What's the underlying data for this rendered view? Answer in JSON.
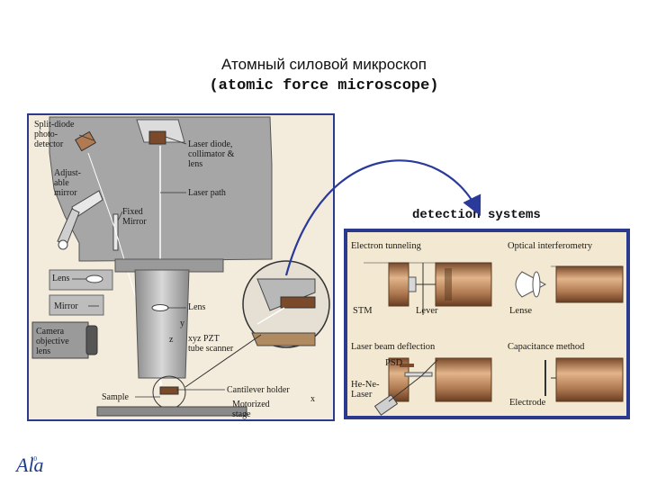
{
  "title": {
    "ru": "Атомный силовой микроскоп",
    "en": "(atomic force microscope)"
  },
  "detection_heading": "detection systems",
  "afm_labels": {
    "split_diode": "Split-diode",
    "photo": "photo-",
    "detector": "detector",
    "adjustable_1": "Adjust-",
    "adjustable_2": "able",
    "adjustable_3": "mirror",
    "laser_diode_1": "Laser diode,",
    "laser_diode_2": "collimator &",
    "laser_diode_3": "lens",
    "laser_path": "Laser path",
    "fixed_1": "Fixed",
    "fixed_2": "Mirror",
    "lens_left": "Lens",
    "mirror": "Mirror",
    "lens_right": "Lens",
    "pzt_1": "xyz PZT",
    "pzt_2": "tube scanner",
    "camera_1": "Camera",
    "camera_2": "objective",
    "camera_3": "lens",
    "cantilever": "Cantilever holder",
    "sample": "Sample",
    "motorized_1": "Motorized",
    "motorized_2": "stage",
    "axis_x": "x",
    "axis_y": "y",
    "axis_z": "z"
  },
  "detection_labels": {
    "electron_tunneling": "Electron tunneling",
    "optical_interferometry": "Optical interferometry",
    "stm": "STM",
    "lever": "Lever",
    "lense": "Lense",
    "laser_beam_deflection": "Laser beam deflection",
    "capacitance_method": "Capacitance method",
    "psd": "PSD",
    "he_ne_1": "He-Ne-",
    "he_ne_2": "Laser",
    "electrode": "Electrode"
  },
  "logo": {
    "text": "Ala",
    "number": "10"
  },
  "colors": {
    "frame_blue": "#2a3a8c",
    "arrow_blue": "#2a3a9a",
    "housing_gray": "#a6a6a6",
    "panel_beige": "#f3e9d2",
    "cylinder_brown": "#b07a52"
  }
}
